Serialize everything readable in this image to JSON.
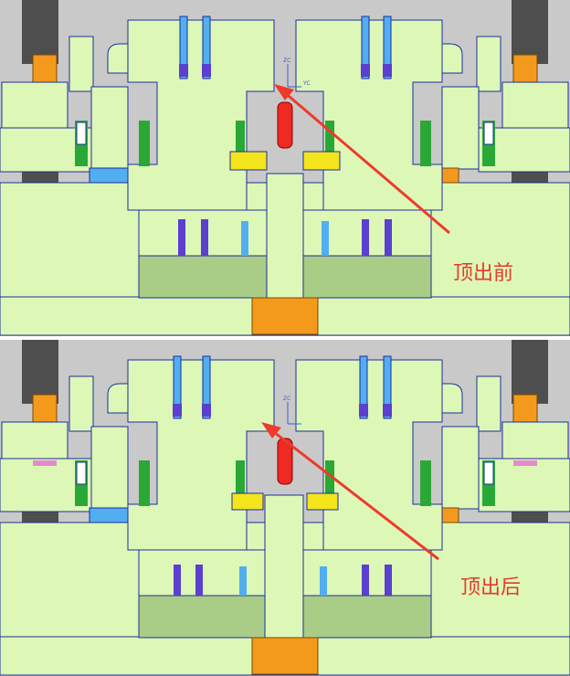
{
  "panels": [
    {
      "label": "顶出前",
      "state": "before-ejection"
    },
    {
      "label": "顶出后",
      "state": "after-ejection"
    }
  ],
  "axis_labels": {
    "z": "ZC",
    "y": "YC"
  },
  "colors": {
    "background": "#c8c8c8",
    "plate": "#ddf7b7",
    "plate_dark": "#a9cd86",
    "outline": "#1a2f9c",
    "orange": "#f39a1d",
    "red": "#ee2a22",
    "yellow": "#f3e41b",
    "blue_screw": "#52aef0",
    "purple": "#5a3fd0",
    "green_pin": "#2aa836",
    "arrow": "#ec3b2d",
    "label": "#e53a2d"
  }
}
